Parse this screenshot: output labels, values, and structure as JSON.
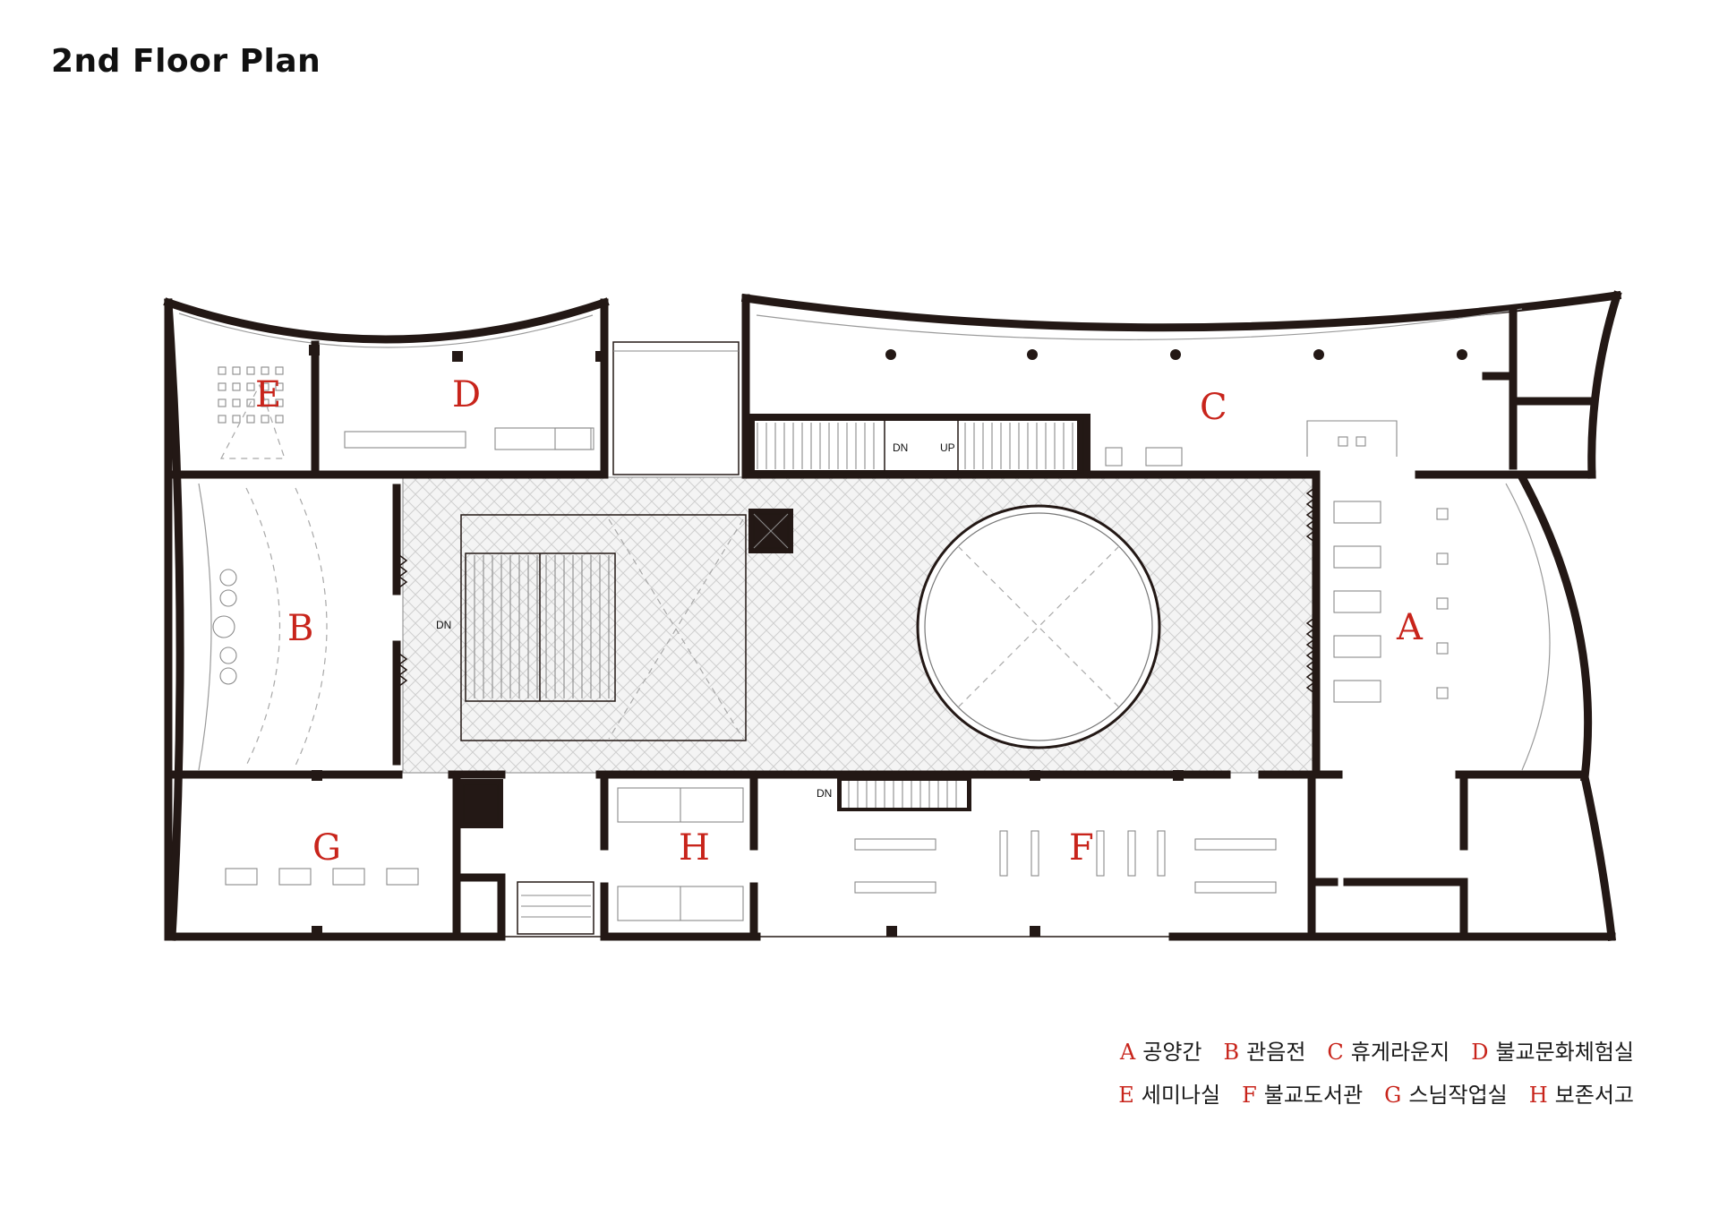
{
  "title": "2nd Floor Plan",
  "rooms": {
    "A": "A",
    "B": "B",
    "C": "C",
    "D": "D",
    "E": "E",
    "F": "F",
    "G": "G",
    "H": "H"
  },
  "stair_labels": {
    "dn_core": "DN",
    "up_core": "UP",
    "dn_atrium": "DN",
    "dn_library": "DN"
  },
  "legend": {
    "row1": [
      {
        "key": "A",
        "name": "공양간"
      },
      {
        "key": "B",
        "name": "관음전"
      },
      {
        "key": "C",
        "name": "휴게라운지"
      },
      {
        "key": "D",
        "name": "불교문화체험실"
      }
    ],
    "row2": [
      {
        "key": "E",
        "name": "세미나실"
      },
      {
        "key": "F",
        "name": "불교도서관"
      },
      {
        "key": "G",
        "name": "스님작업실"
      },
      {
        "key": "H",
        "name": "보존서고"
      }
    ]
  },
  "colors": {
    "wall": "#231815",
    "room_letter": "#c8241b",
    "hatch": "#c9c9c9"
  }
}
